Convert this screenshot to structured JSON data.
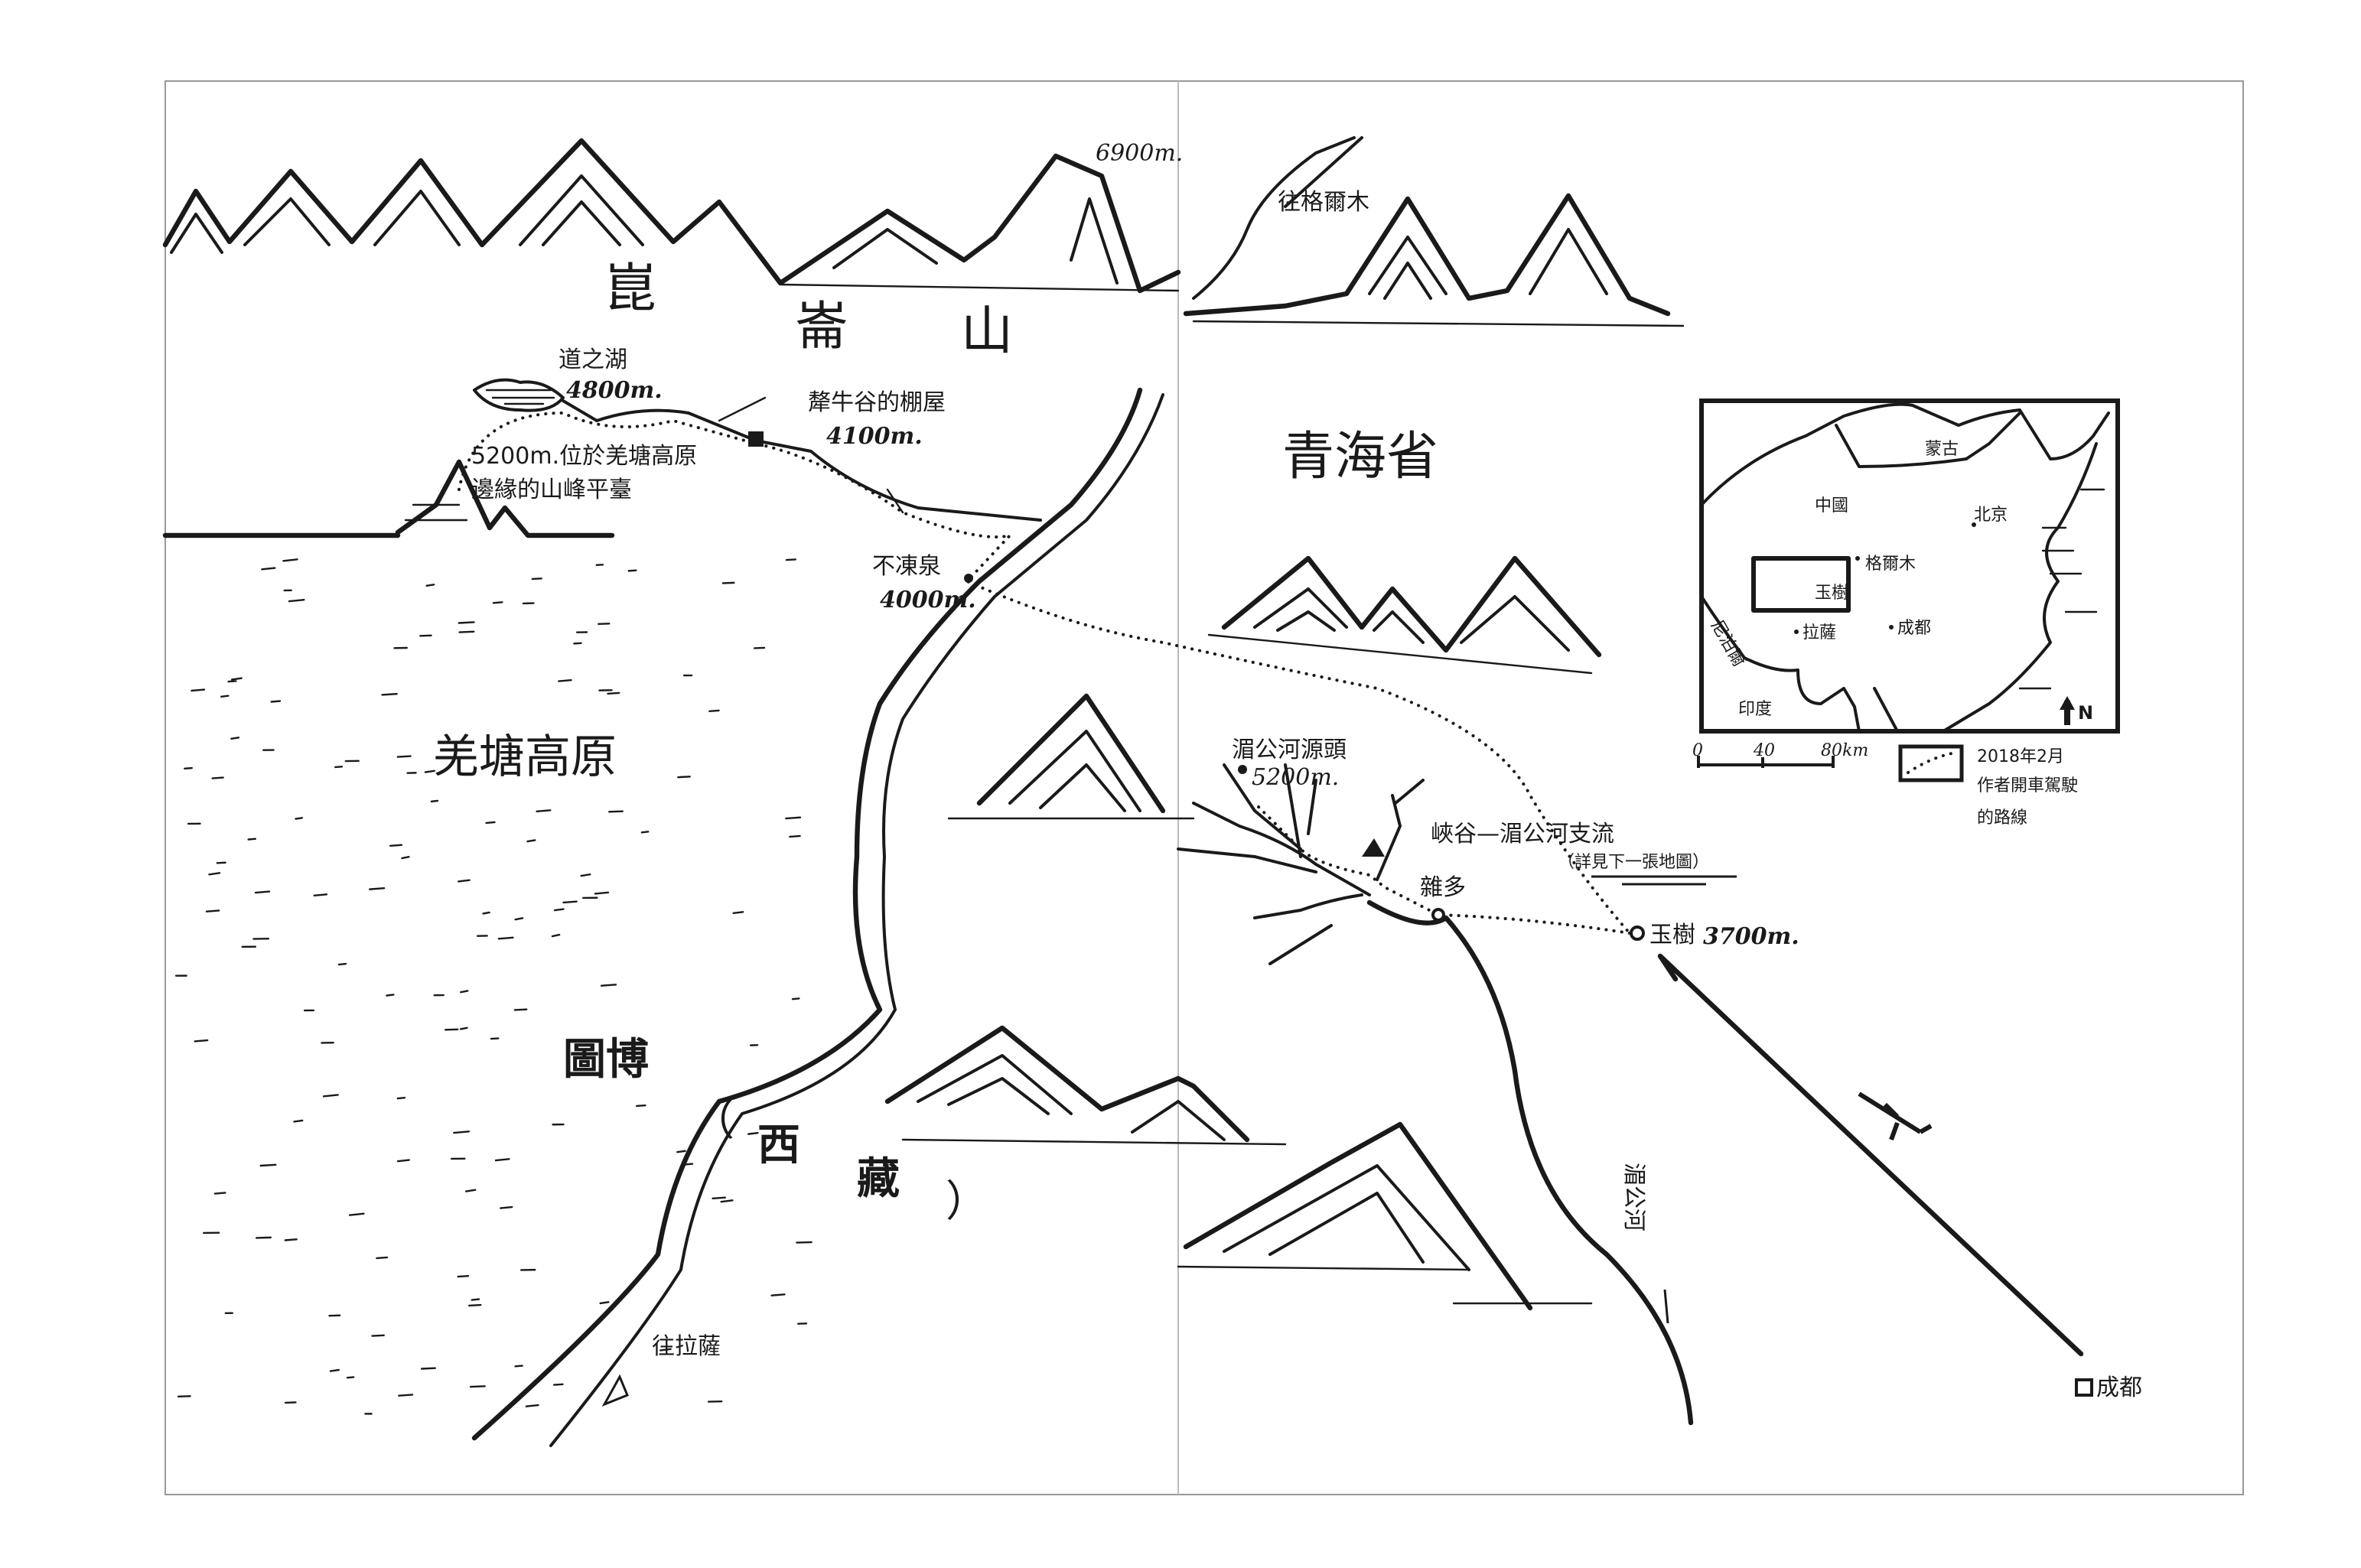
{
  "map": {
    "mountain_range": {
      "c1": "崑",
      "c2": "崙",
      "c3": "山"
    },
    "peak_elevation": "6900m.",
    "to_golmud": "往格爾木",
    "province": "青海省",
    "lake": {
      "name": "道之湖",
      "elevation": "4800m."
    },
    "hut": {
      "name": "犛牛谷的棚屋",
      "elevation": "4100m."
    },
    "plateau_peak": {
      "line1": "5200m.位於羌塘高原",
      "line2": "邊緣的山峰平臺"
    },
    "budong_spring": {
      "name": "不凍泉",
      "elevation": "4000m."
    },
    "plateau": "羌塘高原",
    "tibet": {
      "name": "圖博",
      "paren_open": "（",
      "alt1": "西",
      "alt2": "藏",
      "paren_close": "）"
    },
    "to_lhasa": "往拉薩",
    "mekong_source": {
      "name": "湄公河源頭",
      "elevation": "5200m."
    },
    "canyon": {
      "name": "峽谷—湄公河支流",
      "note": "（詳見下一張地圖）"
    },
    "zadoi": "雜多",
    "yushu": {
      "name": "玉樹",
      "elevation": "3700m."
    },
    "mekong": "湄公河",
    "chengdu": "成都"
  },
  "inset": {
    "mongolia": "蒙古",
    "china": "中國",
    "beijing": "北京",
    "golmud": "格爾木",
    "yushu": "玉樹",
    "lhasa": "拉薩",
    "chengdu": "成都",
    "nepal": "尼泊爾",
    "india": "印度",
    "north": "N"
  },
  "scale": {
    "t0": "0",
    "t1": "40",
    "t2": "80km"
  },
  "legend": {
    "line1": "2018年2月",
    "line2": "作者開車駕駛",
    "line3": "的路線"
  },
  "colors": {
    "ink": "#1a1a1a",
    "paper": "#ffffff",
    "frame": "#999999"
  }
}
